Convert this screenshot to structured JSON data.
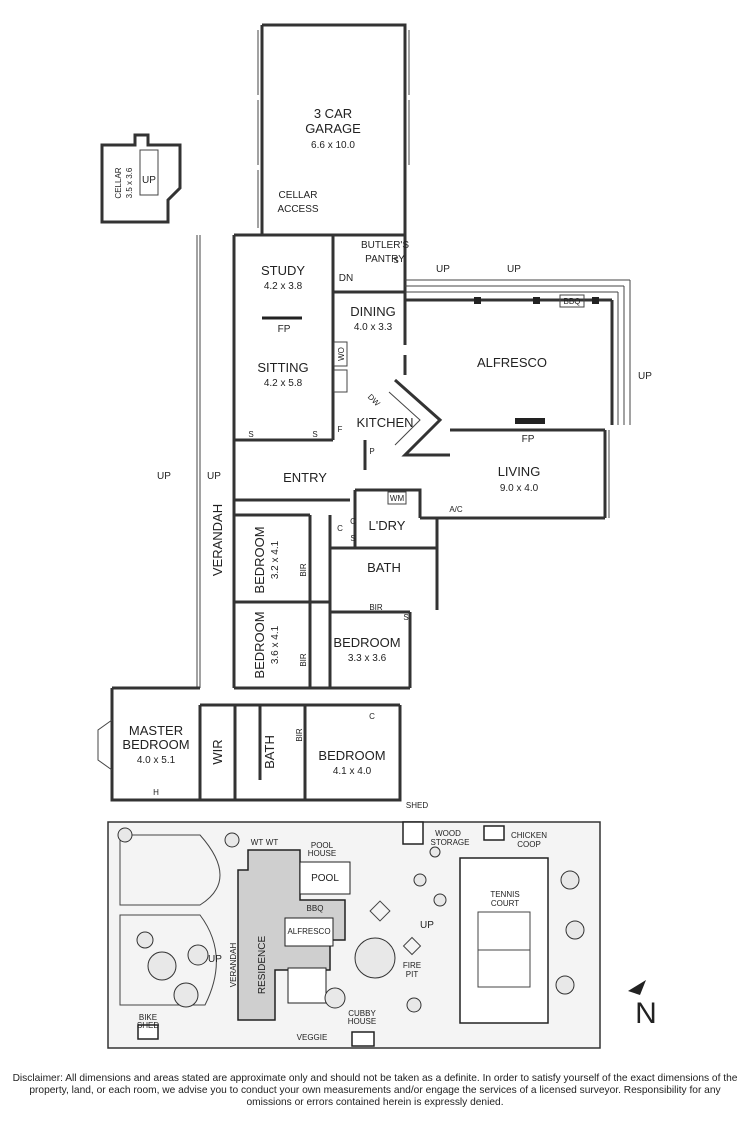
{
  "floorplan": {
    "rooms": {
      "garage": {
        "name_line1": "3 CAR",
        "name_line2": "GARAGE",
        "size": "6.6 x 10.0"
      },
      "cellar_access": {
        "line1": "CELLAR",
        "line2": "ACCESS"
      },
      "cellar": {
        "name": "CELLAR",
        "size": "3.5 x 3.6",
        "up": "UP"
      },
      "study": {
        "name": "STUDY",
        "size": "4.2 x 3.8"
      },
      "sitting": {
        "name": "SITTING",
        "size": "4.2 x 5.8"
      },
      "dining": {
        "name": "DINING",
        "size": "4.0 x 3.3"
      },
      "alfresco": {
        "name": "ALFRESCO"
      },
      "kitchen": {
        "name": "KITCHEN"
      },
      "butlers_pantry": {
        "line1": "BUTLER'S",
        "line2": "PANTRY"
      },
      "entry": {
        "name": "ENTRY"
      },
      "living": {
        "name": "LIVING",
        "size": "9.0 x 4.0"
      },
      "laundry": {
        "name": "L'DRY"
      },
      "verandah": {
        "name": "VERANDAH"
      },
      "bedroom_a": {
        "name": "BEDROOM",
        "size": "3.2 x 4.1"
      },
      "bedroom_b": {
        "name": "BEDROOM",
        "size": "3.6 x 4.1"
      },
      "bedroom_c": {
        "name": "BEDROOM",
        "size": "3.3 x 3.6"
      },
      "bedroom_d": {
        "name": "BEDROOM",
        "size": "4.1 x 4.0"
      },
      "bath_upper": {
        "name": "BATH"
      },
      "bath_lower": {
        "name": "BATH"
      },
      "master": {
        "name_line1": "MASTER",
        "name_line2": "BEDROOM",
        "size": "4.0 x 5.1"
      },
      "wir": {
        "name": "WIR"
      }
    },
    "labels": {
      "fp": "FP",
      "s": "S",
      "f": "F",
      "p": "P",
      "c": "C",
      "h": "H",
      "bir": "BIR",
      "wo": "WO",
      "dw": "DW",
      "dn": "DN",
      "up": "UP",
      "bbq": "BBQ",
      "wm": "WM",
      "ac": "A/C"
    }
  },
  "siteplan": {
    "labels": {
      "shed": "SHED",
      "wood_storage_1": "WOOD",
      "wood_storage_2": "STORAGE",
      "chicken_coop_1": "CHICKEN",
      "chicken_coop_2": "COOP",
      "pool_house_1": "POOL",
      "pool_house_2": "HOUSE",
      "wt": "WT",
      "bbq": "BBQ",
      "pool": "POOL",
      "alfresco": "ALFRESCO",
      "residence": "RESIDENCE",
      "verandah": "VERANDAH",
      "up": "UP",
      "tennis_1": "TENNIS",
      "tennis_2": "COURT",
      "fire_pit_1": "FIRE",
      "fire_pit_2": "PIT",
      "bike_shed_1": "BIKE",
      "bike_shed_2": "SHED",
      "cubby_1": "CUBBY",
      "cubby_2": "HOUSE",
      "veggie": "VEGGIE"
    }
  },
  "compass": {
    "letter": "N"
  },
  "disclaimer": "Disclaimer: All dimensions and areas stated are approximate only and should not be taken as a definite. In order to satisfy yourself of the exact dimensions of the property, land, or each room, we advise you to conduct your own measurements and/or engage the services of a licensed surveyor. Responsibility for any omissions or errors contained herein is expressly denied."
}
